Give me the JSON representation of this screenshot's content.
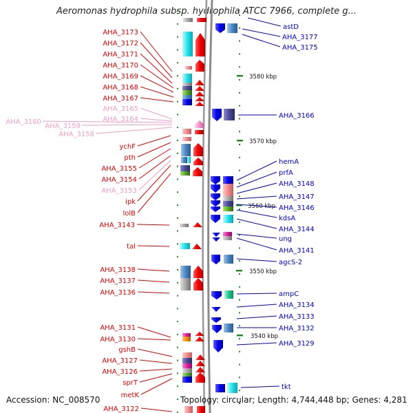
{
  "title": "Aeromonas hydrophila subsp. hydrophila ATCC 7966, complete g...",
  "footer": {
    "accession": "Accession: NC_008570",
    "topology": "Topology: circular; Length: 4,744,448 bp; Genes: 4,281"
  },
  "colors": {
    "left_label": "#e00000",
    "left_label_faded": "#f09cc4",
    "right_label": "#0000c8",
    "backbone": "#9a9a9a",
    "tick": "#1a8a1a"
  },
  "kbp_labels": [
    "3580 kbp",
    "3570 kbp",
    "3560 kbp",
    "3550 kbp",
    "3540 kbp"
  ],
  "left_labels": [
    {
      "text": "AHA_3173",
      "faded": false
    },
    {
      "text": "AHA_3172",
      "faded": false
    },
    {
      "text": "AHA_3171",
      "faded": false
    },
    {
      "text": "AHA_3170",
      "faded": false
    },
    {
      "text": "AHA_3169",
      "faded": false
    },
    {
      "text": "AHA_3168",
      "faded": false
    },
    {
      "text": "AHA_3167",
      "faded": false
    },
    {
      "text": "AHA_3165",
      "faded": true
    },
    {
      "text": "AHA_3164",
      "faded": true
    },
    {
      "text": "AHA_3160",
      "faded": true
    },
    {
      "text": "AHA_3159",
      "faded": true
    },
    {
      "text": "AHA_3158",
      "faded": true
    },
    {
      "text": "ychF",
      "faded": false
    },
    {
      "text": "pth",
      "faded": false
    },
    {
      "text": "AHA_3155",
      "faded": false
    },
    {
      "text": "AHA_3154",
      "faded": false
    },
    {
      "text": "AHA_3153",
      "faded": true
    },
    {
      "text": "ipk",
      "faded": false
    },
    {
      "text": "lolB",
      "faded": false
    },
    {
      "text": "AHA_3143",
      "faded": false
    },
    {
      "text": "tal",
      "faded": false
    },
    {
      "text": "AHA_3138",
      "faded": false
    },
    {
      "text": "AHA_3137",
      "faded": false
    },
    {
      "text": "AHA_3136",
      "faded": false
    },
    {
      "text": "AHA_3131",
      "faded": false
    },
    {
      "text": "AHA_3130",
      "faded": false
    },
    {
      "text": "gshB",
      "faded": false
    },
    {
      "text": "AHA_3127",
      "faded": false
    },
    {
      "text": "AHA_3126",
      "faded": false
    },
    {
      "text": "sprT",
      "faded": false
    },
    {
      "text": "metK",
      "faded": false
    },
    {
      "text": "AHA_3122",
      "faded": false
    }
  ],
  "right_labels": [
    {
      "text": "astD"
    },
    {
      "text": "AHA_3177"
    },
    {
      "text": "AHA_3175"
    },
    {
      "text": "AHA_3166"
    },
    {
      "text": "hemA"
    },
    {
      "text": "prfA"
    },
    {
      "text": "AHA_3148"
    },
    {
      "text": "AHA_3147"
    },
    {
      "text": "AHA_3146"
    },
    {
      "text": "kdsA"
    },
    {
      "text": "AHA_3144"
    },
    {
      "text": "ung"
    },
    {
      "text": "AHA_3141"
    },
    {
      "text": "agcS-2"
    },
    {
      "text": "ampC"
    },
    {
      "text": "AHA_3134"
    },
    {
      "text": "AHA_3133"
    },
    {
      "text": "AHA_3132"
    },
    {
      "text": "AHA_3129"
    },
    {
      "text": "tkt"
    }
  ]
}
